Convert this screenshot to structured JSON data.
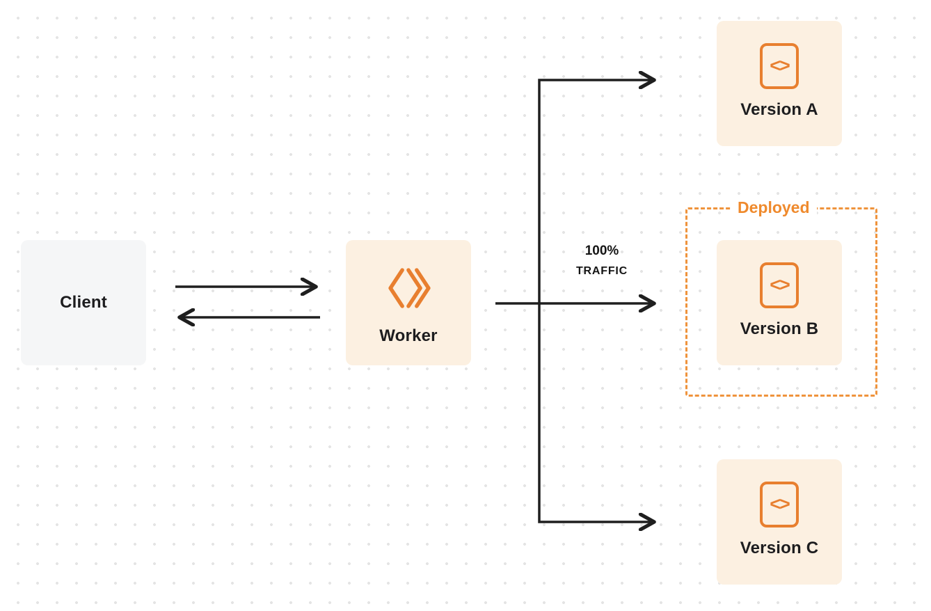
{
  "diagram": {
    "client": {
      "label": "Client"
    },
    "worker": {
      "label": "Worker"
    },
    "traffic": {
      "line1": "100%",
      "line2": "TRAFFIC"
    },
    "deployed": {
      "label": "Deployed"
    },
    "versions": [
      {
        "label": "Version A"
      },
      {
        "label": "Version B"
      },
      {
        "label": "Version C"
      }
    ],
    "icons": {
      "code_glyph": "<>",
      "worker_logo": "cloudflare-workers-chevrons",
      "code_icon": "code-brackets-box"
    },
    "colors": {
      "orange": "#E87F2F",
      "orange_dashed": "#EF933C",
      "cream": "#FCF0E1",
      "gray": "#F5F6F7",
      "line": "#1F1F1F",
      "background": "#FFFFFF"
    }
  }
}
